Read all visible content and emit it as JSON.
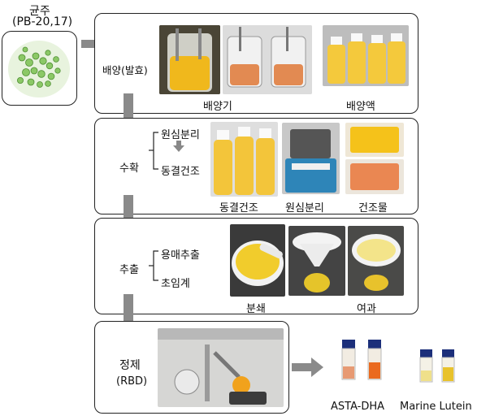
{
  "strain": {
    "title": "균주",
    "code": "(PB-20,17)"
  },
  "stage1": {
    "label": "배양(발효)",
    "captions": [
      "배양기",
      "배양액"
    ]
  },
  "stage2": {
    "label": "수확",
    "sub1": "원심분리",
    "sub2": "동결건조",
    "captions": [
      "동결건조",
      "원심분리",
      "건조물"
    ]
  },
  "stage3": {
    "label": "추출",
    "sub1": "용매추출",
    "sub2": "초임계",
    "captions": [
      "분쇄",
      "여과"
    ]
  },
  "stage4": {
    "label": "정제",
    "sub": "(RBD)"
  },
  "products": [
    "ASTA-DHA",
    "Marine Lutein"
  ],
  "colors": {
    "arrow": "#8a8a8a",
    "border": "#222222",
    "algae": "#7fc65a",
    "oil": "#f2c531",
    "orange": "#e8672a"
  }
}
